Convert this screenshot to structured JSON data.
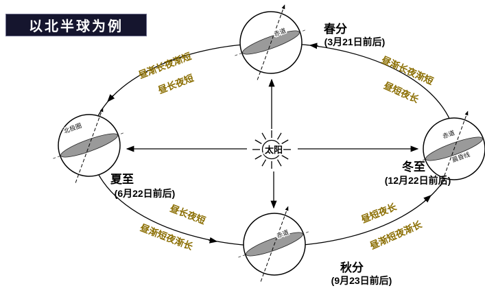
{
  "title": "以北半球为例",
  "sun": {
    "label": "太阳"
  },
  "seasons": {
    "spring": {
      "name": "春分",
      "date": "(3月21日前后)"
    },
    "summer": {
      "name": "夏至",
      "date": "(6月22日前后)"
    },
    "autumn": {
      "name": "秋分",
      "date": "(9月23日前后)"
    },
    "winter": {
      "name": "冬至",
      "date": "(12月22日前后)"
    }
  },
  "arc_labels": {
    "spring_to_summer_trend": "昼渐长夜渐短",
    "spring_to_summer_state": "昼长夜短",
    "winter_to_spring_trend": "昼渐长夜渐短",
    "winter_to_spring_state": "昼短夜长",
    "summer_to_autumn_state": "昼长夜短",
    "summer_to_autumn_trend": "昼渐短夜渐长",
    "autumn_to_winter_state": "昼短夜长",
    "autumn_to_winter_trend": "昼渐短夜渐长"
  },
  "globe_labels": {
    "spring_globe": "赤道",
    "summer_globe": "北极圈",
    "autumn_globe": "赤道",
    "winter_globe_equator": "赤道",
    "winter_globe_terminator": "晨昏线"
  },
  "colors": {
    "ink": "#000000",
    "arc-label": "#8a6d00",
    "title-bg": "#15152e",
    "title-fg": "#ffffff",
    "band": "#9a9a9a",
    "bg": "#ffffff"
  }
}
